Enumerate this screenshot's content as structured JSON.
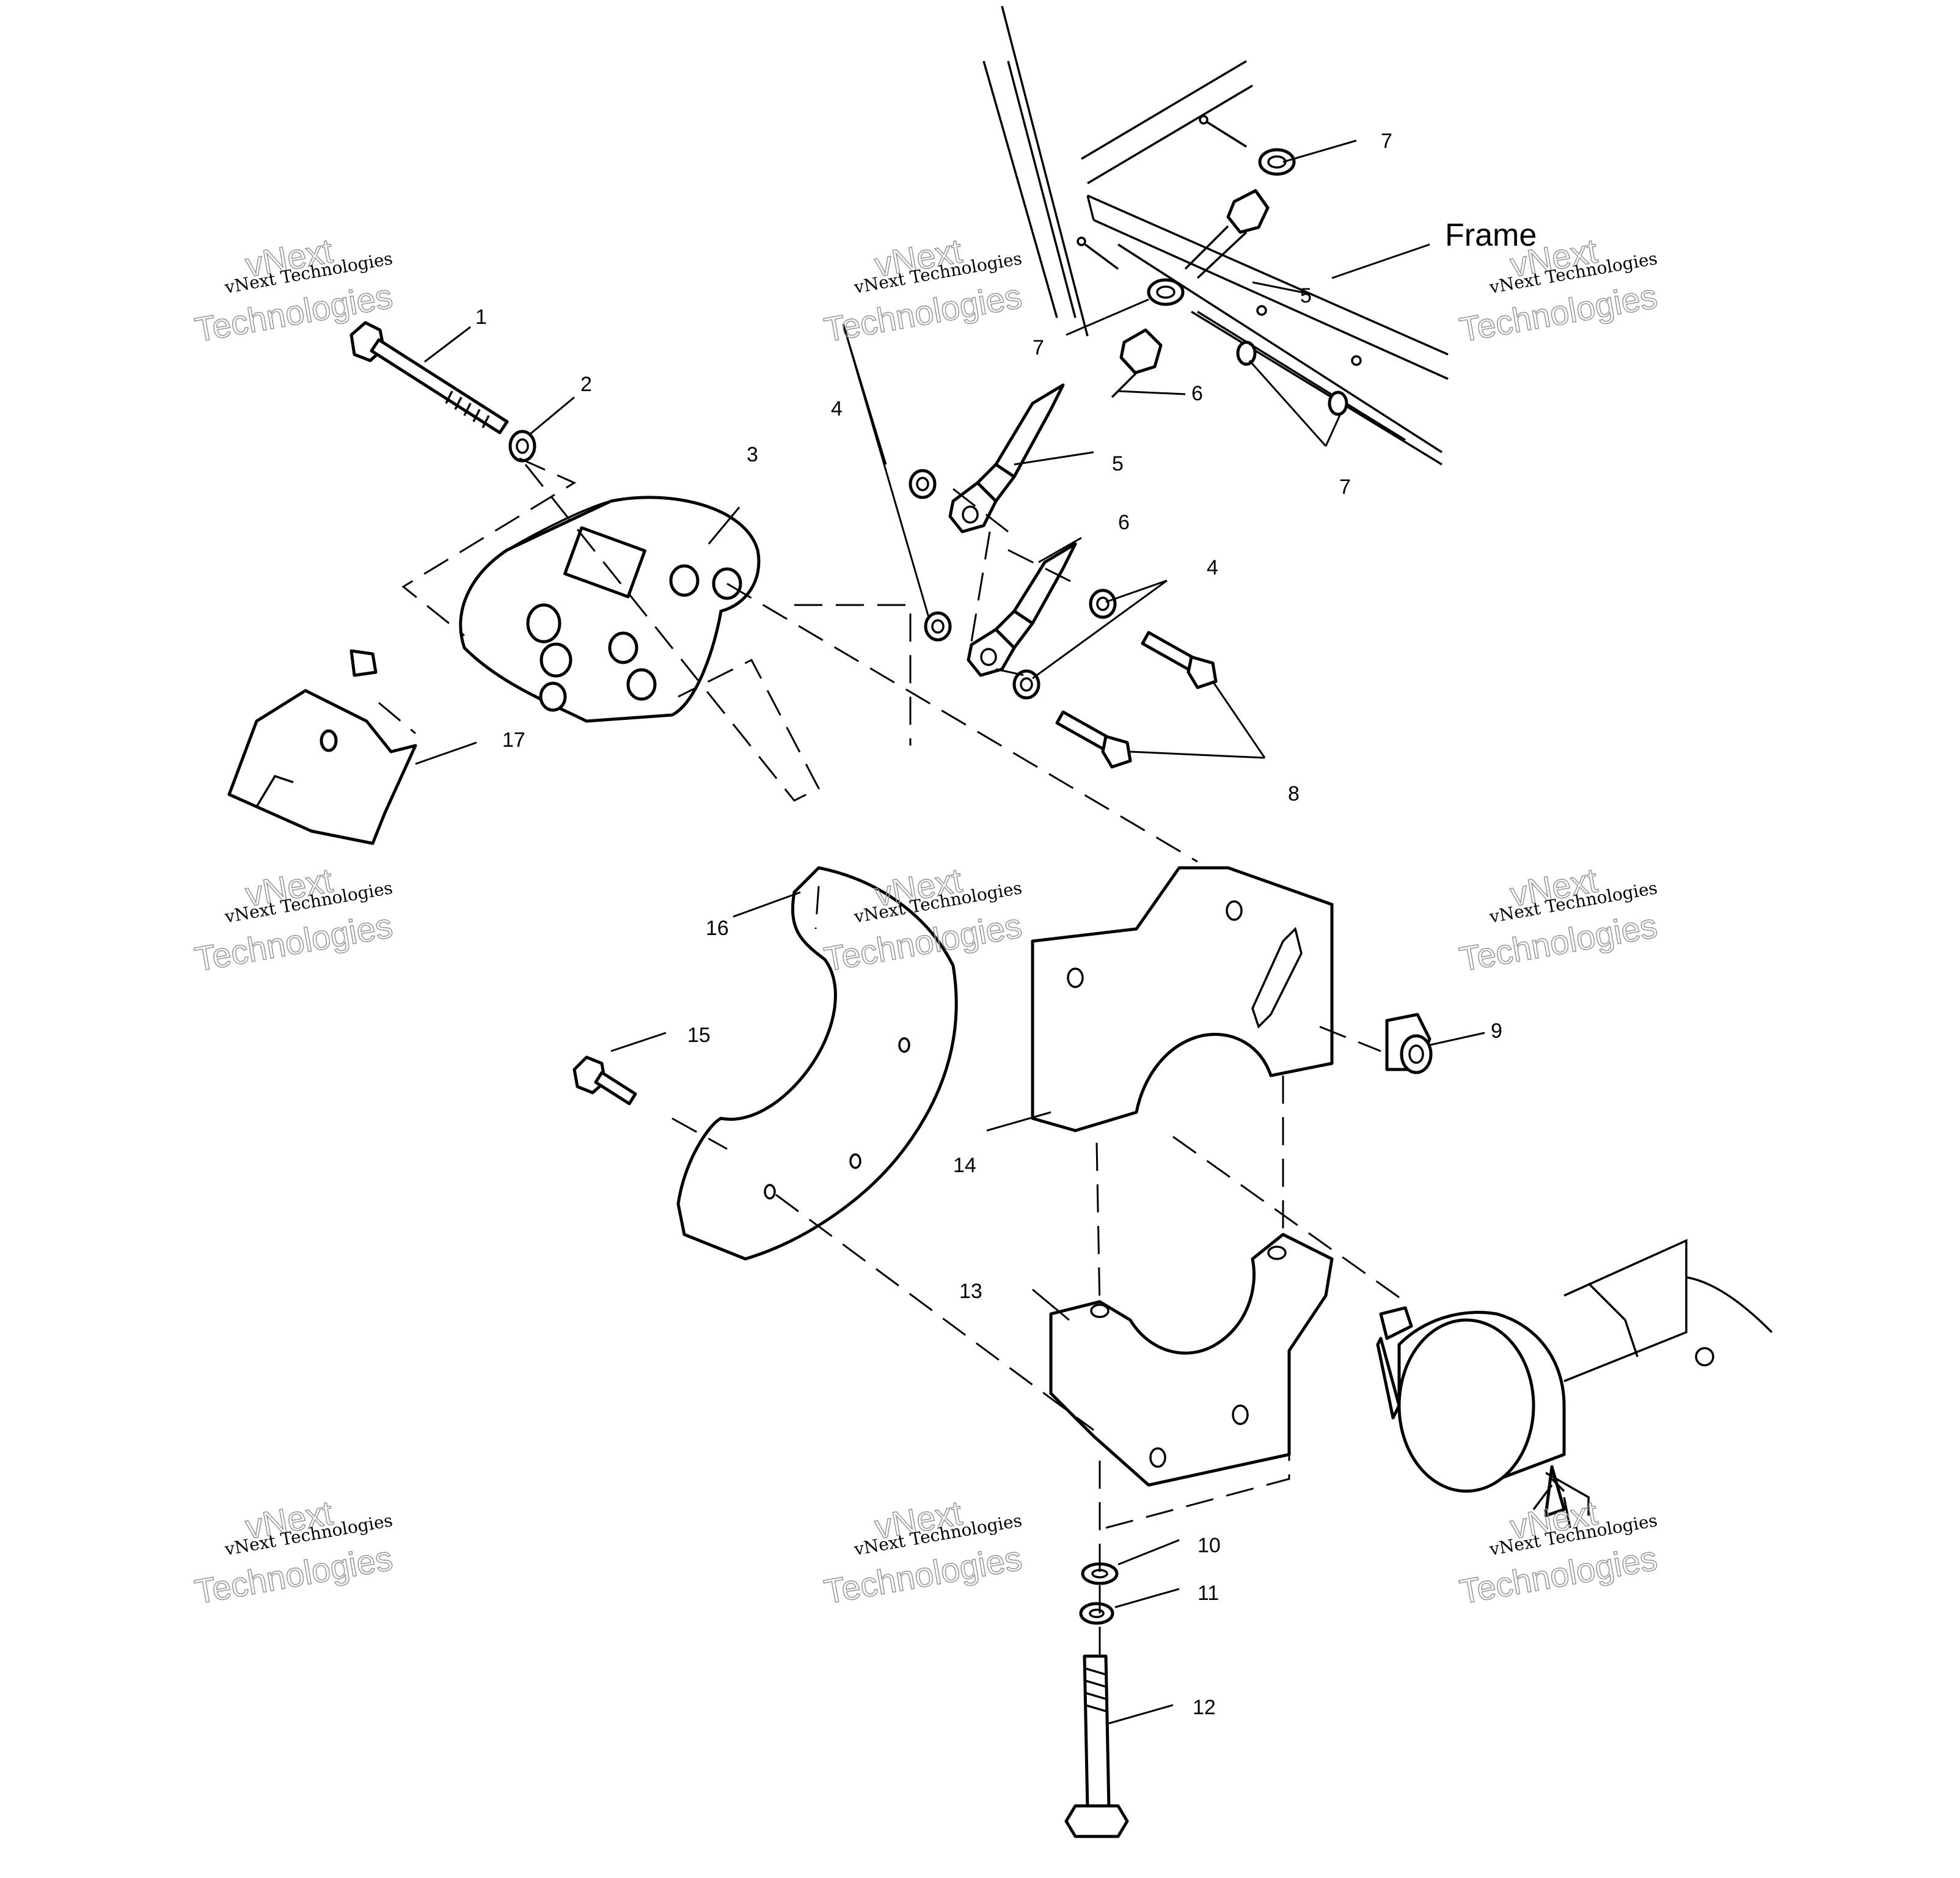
{
  "frame_label": "Frame",
  "callouts": [
    "1",
    "2",
    "3",
    "4",
    "4",
    "5",
    "5",
    "6",
    "6",
    "7",
    "7",
    "7",
    "8",
    "9",
    "10",
    "11",
    "12",
    "13",
    "14",
    "15",
    "16",
    "17"
  ],
  "watermark": {
    "line_small": "vNext Technologies",
    "line_big_1": "vNext",
    "line_big_2": "Technologies"
  }
}
